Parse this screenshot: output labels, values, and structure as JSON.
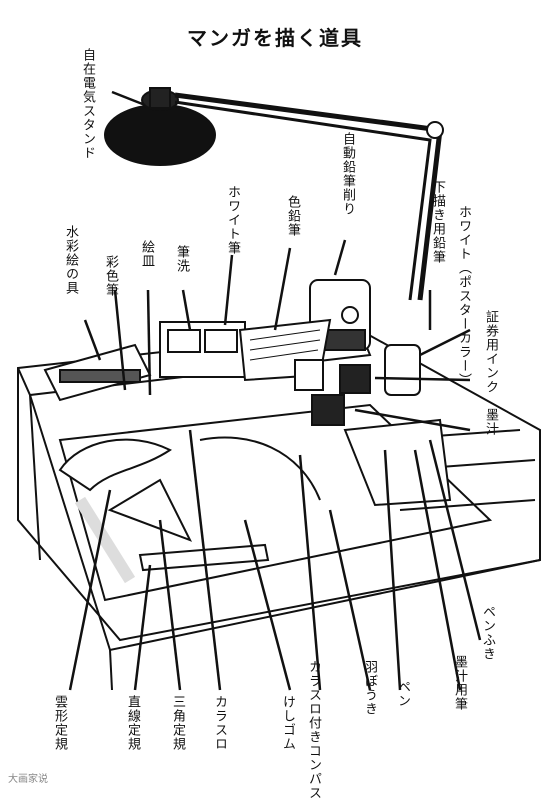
{
  "title": "マンガを描く道具",
  "labels": {
    "desk_lamp": "自在電気スタンド",
    "sharpener": "自動鉛筆削り",
    "colored_pencil": "色鉛筆",
    "white_pen": "ホワイト筆",
    "brush_washer": "筆洗",
    "palette": "絵皿",
    "color_brush": "彩色筆",
    "watercolor": "水彩絵の具",
    "drafting_pencil": "下描き用鉛筆",
    "white_poster": "ホワイト（ポスターカラー）",
    "ink": "証券用インク",
    "sumi": "墨汁",
    "cloud_ruler": "雲形定規",
    "straight_ruler": "直線定規",
    "triangle": "三角定規",
    "crow_pen": "カラスロ",
    "eraser": "けしゴム",
    "compass": "カラスロ付きコンパス",
    "feather": "羽ぼうき",
    "pen": "ペン",
    "ink_brush": "墨汁用筆",
    "pen_wiper": "ペンふき"
  },
  "watermark": "大画家说"
}
